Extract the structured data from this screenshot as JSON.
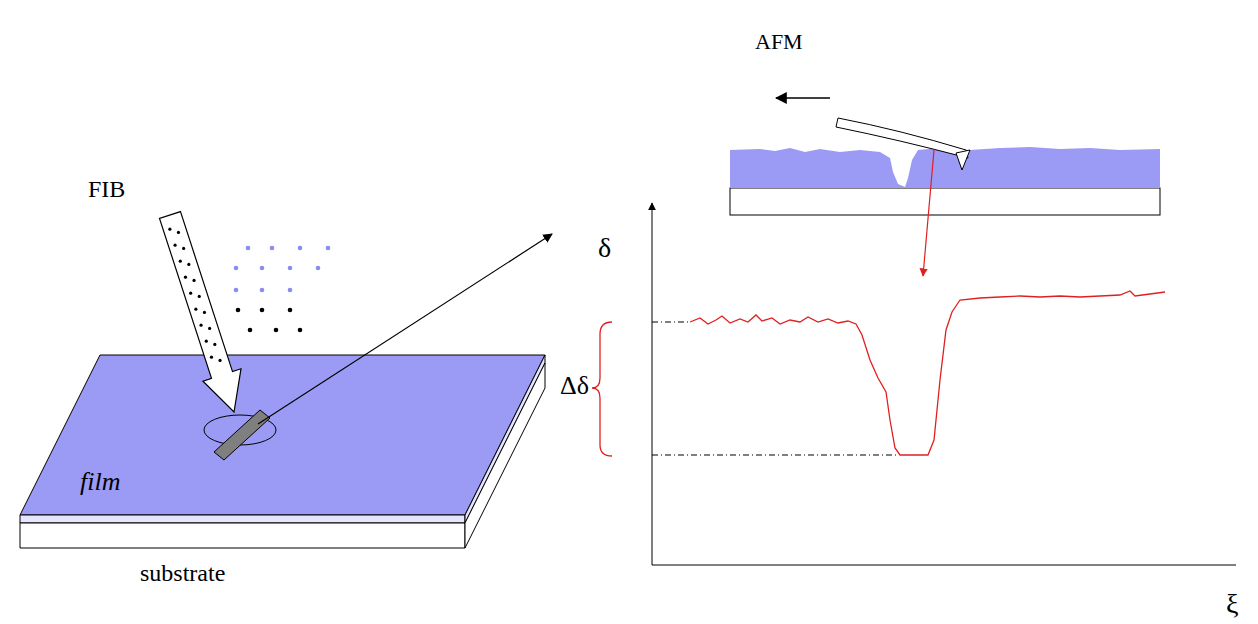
{
  "diagram": {
    "labels": [
      "FIB",
      "AFM",
      "film",
      "substrate",
      "δ",
      "Δδ",
      "ξ"
    ]
  }
}
